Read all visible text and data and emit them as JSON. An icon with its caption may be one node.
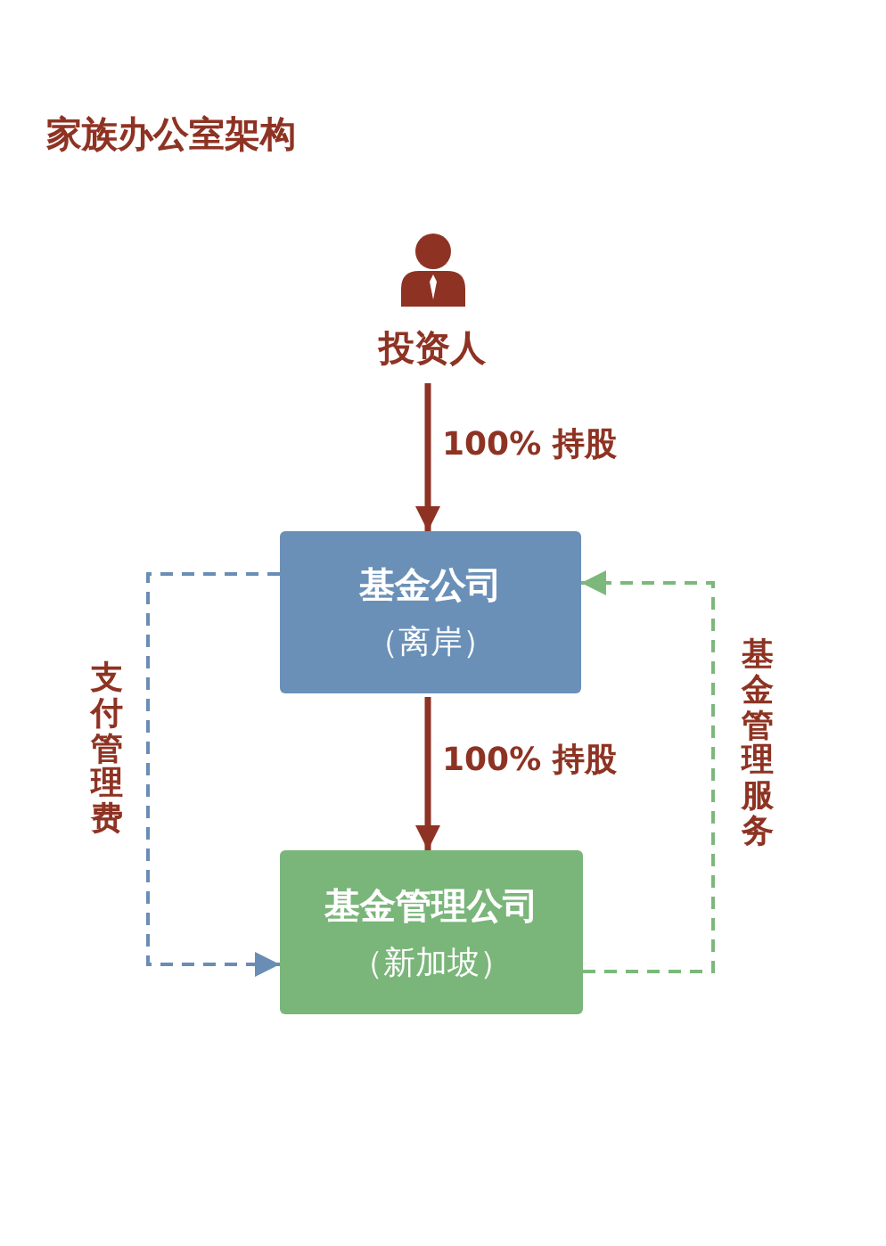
{
  "diagram": {
    "title": "家族办公室架构",
    "nodes": [
      {
        "text": [
          "投资人"
        ]
      },
      {
        "text": [
          "基金公司",
          "（离岸）"
        ]
      },
      {
        "text": [
          "基金管理公司",
          "（新加坡）"
        ]
      }
    ],
    "edges": [
      {
        "from": 0,
        "to": 1,
        "arrow": "to",
        "label": "100% 持股"
      },
      {
        "from": 1,
        "to": 2,
        "arrow": "to",
        "label": "100% 持股"
      },
      {
        "from": 1,
        "to": 2,
        "arrow": "to",
        "label": "支付管理费",
        "style": "dashed",
        "color": "#6a8db5"
      },
      {
        "from": 2,
        "to": 1,
        "arrow": "to",
        "label": "基金管理服务",
        "style": "dashed",
        "color": "#7cb87c"
      }
    ]
  }
}
